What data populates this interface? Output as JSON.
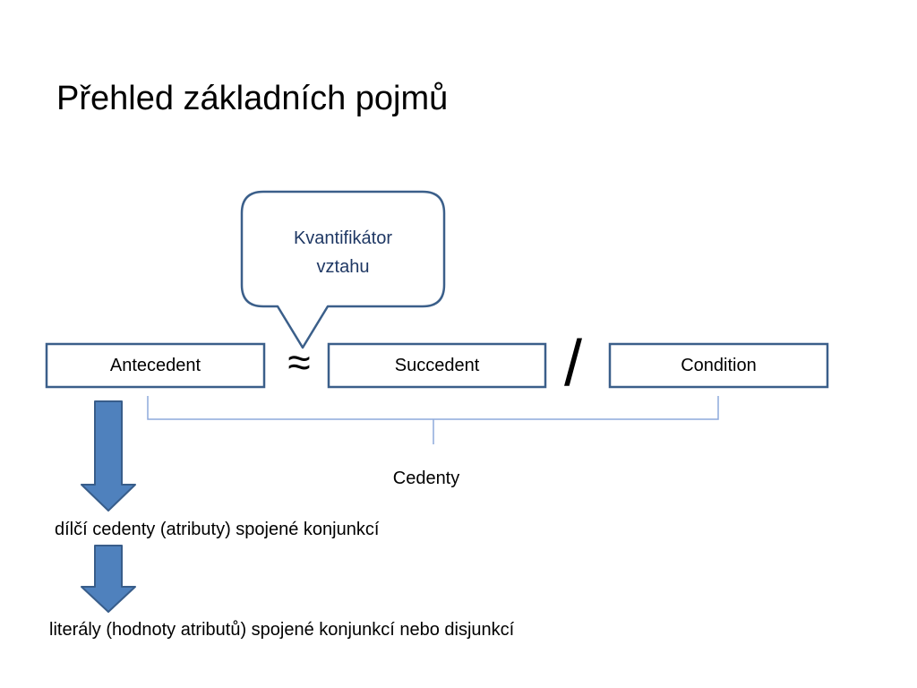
{
  "title": "Přehled základních pojmů",
  "callout": {
    "line1": "Kvantifikátor",
    "line2": "vztahu"
  },
  "boxes": {
    "antecedent": "Antecedent",
    "succedent": "Succedent",
    "condition": "Condition"
  },
  "symbols": {
    "approx": "≈",
    "slash": "/"
  },
  "bracket_label": "Cedenty",
  "steps": [
    "dílčí cedenty (atributy) spojené konjunkcí",
    "literály (hodnoty atributů) spojené konjunkcí nebo disjunkcí"
  ],
  "colors": {
    "box_border": "#3b5f8a",
    "arrow_fill": "#4f81bd",
    "arrow_stroke": "#385d8a",
    "bracket_line": "#8eaadb",
    "callout_text": "#1f3864"
  }
}
